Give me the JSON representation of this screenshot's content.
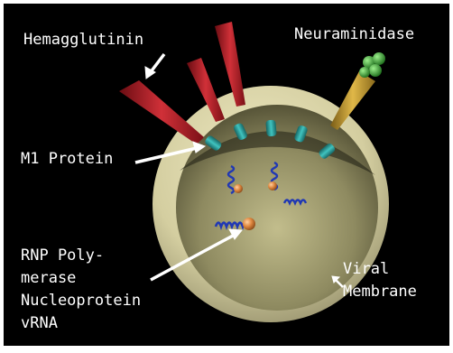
{
  "labels": {
    "hemagglutinin": "Hemagglutinin",
    "neuraminidase": "Neuraminidase",
    "m1_protein": "M1 Protein",
    "rnp_lines": [
      "RNP Poly-",
      "merase",
      "Nucleoprotein",
      "vRNA"
    ],
    "viral_membrane_lines": [
      "Viral",
      "Membrane"
    ]
  },
  "colors": {
    "background": "#000000",
    "membrane": "#d8d2a4",
    "interior": "#8e8a60",
    "hemagglutinin": "#b8202a",
    "neuraminidase": "#c49a2e",
    "neuraminidase_head": "#2e9a2a",
    "m1_protein": "#2a9e9c",
    "rna_coil": "#2038b4",
    "polymerase": "#e08840",
    "arrows": "#ffffff"
  }
}
